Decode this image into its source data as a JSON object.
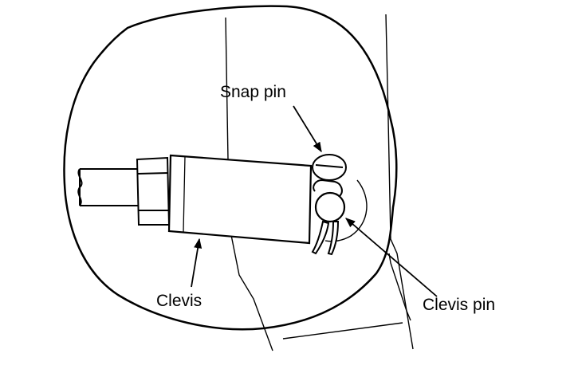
{
  "diagram": {
    "labels": {
      "snap_pin": "Snap pin",
      "clevis": "Clevis",
      "clevis_pin": "Clevis pin"
    },
    "colors": {
      "stroke": "#000000",
      "background": "#ffffff"
    }
  }
}
